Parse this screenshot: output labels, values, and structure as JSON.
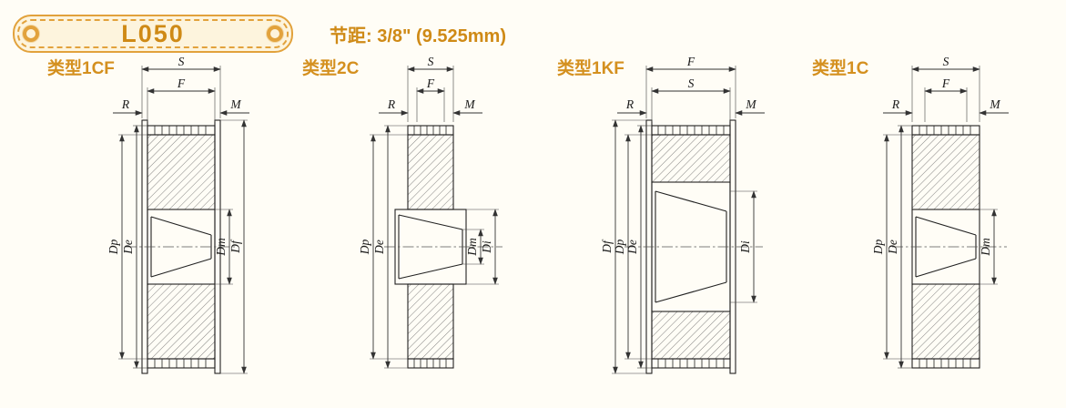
{
  "header": {
    "model": "L050",
    "pitch": "节距: 3/8\" (9.525mm)"
  },
  "colors": {
    "accent_border": "#e2a23c",
    "accent_text": "#cf8a16",
    "badge_fill": "#fdf4dd",
    "drawing_line": "#222222",
    "page_background": "#fffdf6"
  },
  "diagrams": [
    {
      "id": "1CF",
      "title": "类型1CF",
      "dims": {
        "top1": "S",
        "top2": "F",
        "left_small": "R",
        "right_small": "M",
        "v1": "Dp",
        "v2": "De",
        "v3": "Dm",
        "v4": "Df"
      }
    },
    {
      "id": "2C",
      "title": "类型2C",
      "dims": {
        "top1": "S",
        "top2": "F",
        "left_small": "R",
        "right_small": "M",
        "v1": "Dp",
        "v2": "De",
        "v3": "Dm",
        "v4": "Di"
      }
    },
    {
      "id": "1KF",
      "title": "类型1KF",
      "dims": {
        "top1": "F",
        "top2": "S",
        "left_small": "R",
        "right_small": "M",
        "v1": "Df",
        "v2": "Dp",
        "v3": "De",
        "v4": "Di"
      }
    },
    {
      "id": "1C",
      "title": "类型1C",
      "dims": {
        "top1": "S",
        "top2": "F",
        "left_small": "R",
        "right_small": "M",
        "v1": "Dp",
        "v2": "De",
        "v3": "Dm"
      }
    }
  ]
}
